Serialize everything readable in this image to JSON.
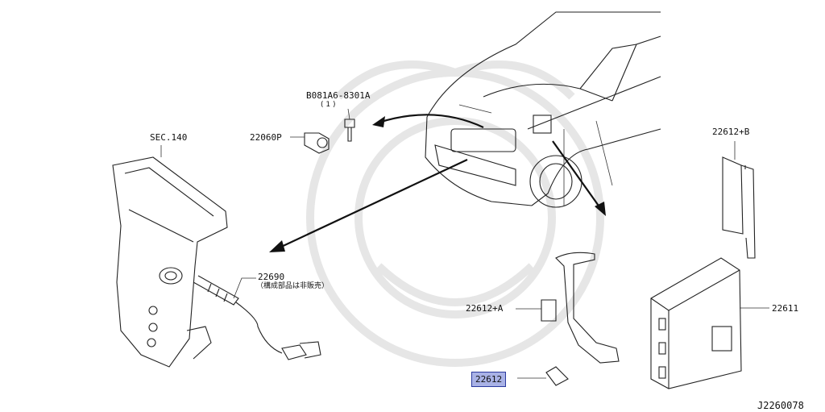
{
  "labels": {
    "sec140": "SEC.140",
    "bolt_code": "B081A6-8301A",
    "bolt_qty": "( 1 )",
    "p22060p": "22060P",
    "p22690": "22690",
    "p22690_note": "（構成部品は非販売）",
    "p22612b": "22612+B",
    "p22612a": "22612+A",
    "p22611": "22611",
    "p22612": "22612",
    "diagram_id": "J2260078"
  },
  "colors": {
    "highlight": "#a9b2e6",
    "highlight_border": "#2b3a9e",
    "line": "#222222",
    "watermark": "#e6e6e6"
  }
}
